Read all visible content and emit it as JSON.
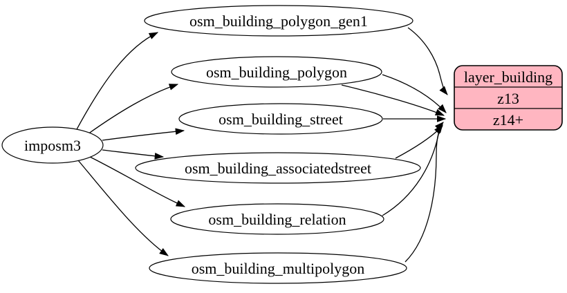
{
  "diagram": {
    "type": "etl-graph",
    "background": "#ffffff",
    "stroke": "#000000",
    "node_fill": "#ffffff",
    "source": {
      "label": "imposm3"
    },
    "tables": [
      {
        "label": "osm_building_polygon_gen1"
      },
      {
        "label": "osm_building_polygon"
      },
      {
        "label": "osm_building_street"
      },
      {
        "label": "osm_building_associatedstreet"
      },
      {
        "label": "osm_building_relation"
      },
      {
        "label": "osm_building_multipolygon"
      }
    ],
    "layer": {
      "title": "layer_building",
      "rows": [
        "z13",
        "z14+"
      ],
      "fill": "#ffb6c1"
    },
    "edges": [
      {
        "from": "imposm3",
        "to": "osm_building_polygon_gen1"
      },
      {
        "from": "imposm3",
        "to": "osm_building_polygon"
      },
      {
        "from": "imposm3",
        "to": "osm_building_street"
      },
      {
        "from": "imposm3",
        "to": "osm_building_associatedstreet"
      },
      {
        "from": "imposm3",
        "to": "osm_building_relation"
      },
      {
        "from": "imposm3",
        "to": "osm_building_multipolygon"
      },
      {
        "from": "osm_building_polygon_gen1",
        "to": "layer_building",
        "row": "z13"
      },
      {
        "from": "osm_building_polygon",
        "to": "layer_building",
        "row": "z14+"
      },
      {
        "from": "osm_building_polygon",
        "to": "layer_building",
        "row": "z14+"
      },
      {
        "from": "osm_building_street",
        "to": "layer_building",
        "row": "z14+"
      },
      {
        "from": "osm_building_associatedstreet",
        "to": "layer_building",
        "row": "z14+"
      },
      {
        "from": "osm_building_relation",
        "to": "layer_building",
        "row": "z14+"
      },
      {
        "from": "osm_building_multipolygon",
        "to": "layer_building",
        "row": "z14+"
      }
    ]
  }
}
